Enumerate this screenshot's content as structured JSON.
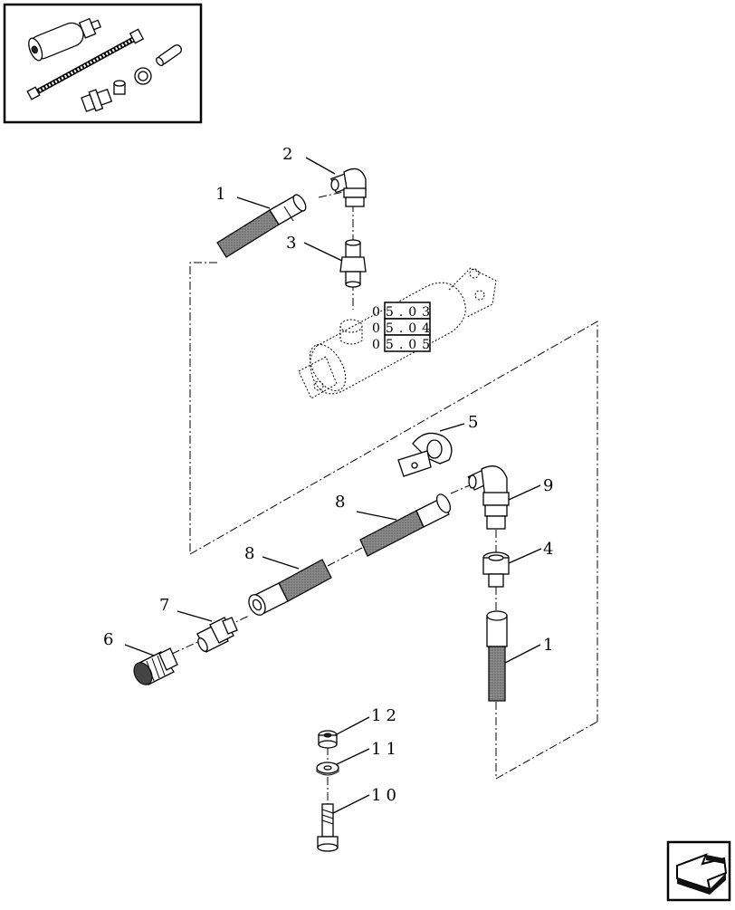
{
  "callouts": {
    "c1a": "1",
    "c1b": "1",
    "c2": "2",
    "c3": "3",
    "c4": "4",
    "c5": "5",
    "c6": "6",
    "c7": "7",
    "c8a": "8",
    "c8b": "8",
    "c9": "9",
    "c10": "10",
    "c11": "11",
    "c12": "12"
  },
  "references": {
    "r1": "05.03",
    "r2": "05.04",
    "r3": "05.05"
  },
  "icons": {
    "kit_thumbnail": "kit-thumbnail-icon",
    "navigation": "next-page-arrow-icon"
  }
}
